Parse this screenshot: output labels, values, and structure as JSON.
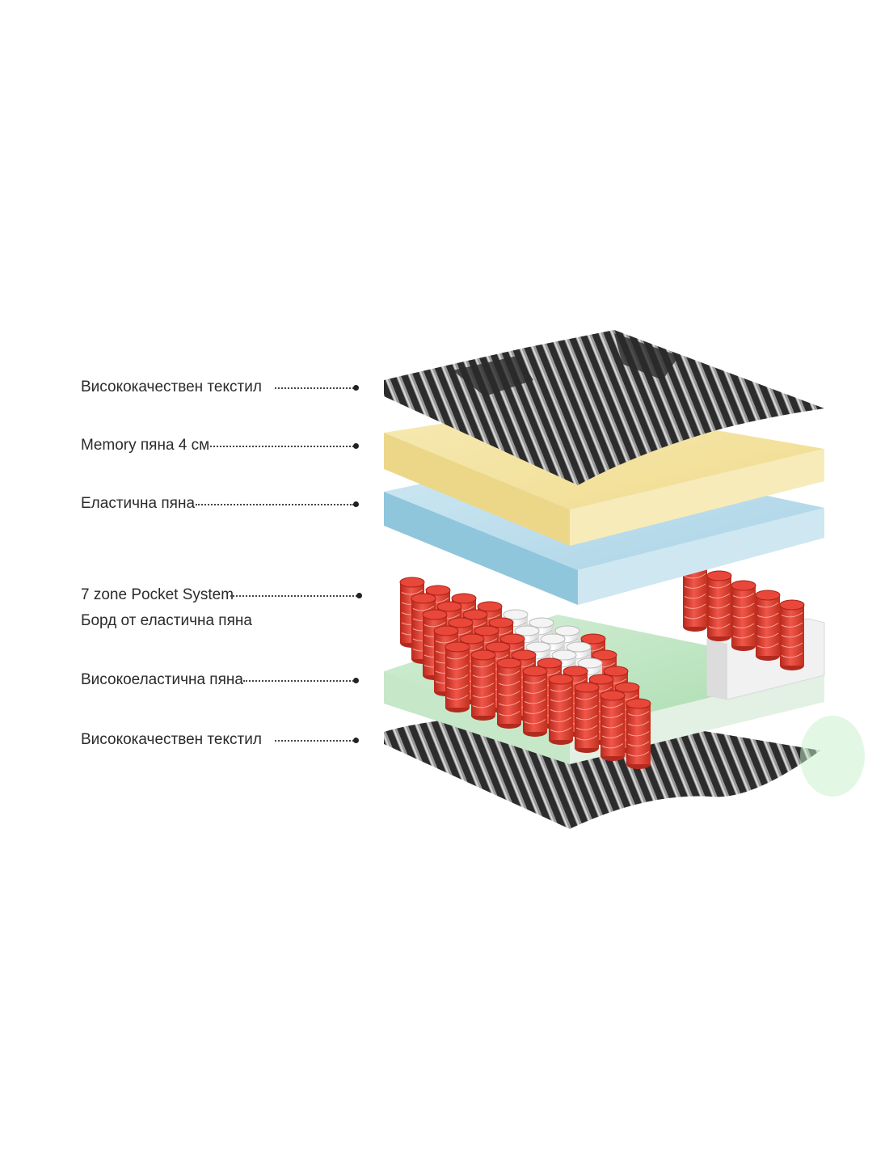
{
  "layers": [
    {
      "label": "Висококачествен текстил",
      "color": "#3a3a3a"
    },
    {
      "label": "Memory пяна 4 см",
      "color": "#f3e3a6"
    },
    {
      "label": "Еластична пяна",
      "color": "#b9dcea"
    },
    {
      "label": "7 zone Pocket System",
      "color": "#e64a3c"
    },
    {
      "label": "Борд от еластична пяна",
      "color": "#eeeeee"
    },
    {
      "label": "Висококачествен текстил",
      "color": "#3a3a3a"
    }
  ],
  "base_layer": {
    "label": "Висококачествен текстил"
  },
  "high_elastic_layer": {
    "label": "Високоеластична пяна",
    "color": "#bfe3c2"
  }
}
